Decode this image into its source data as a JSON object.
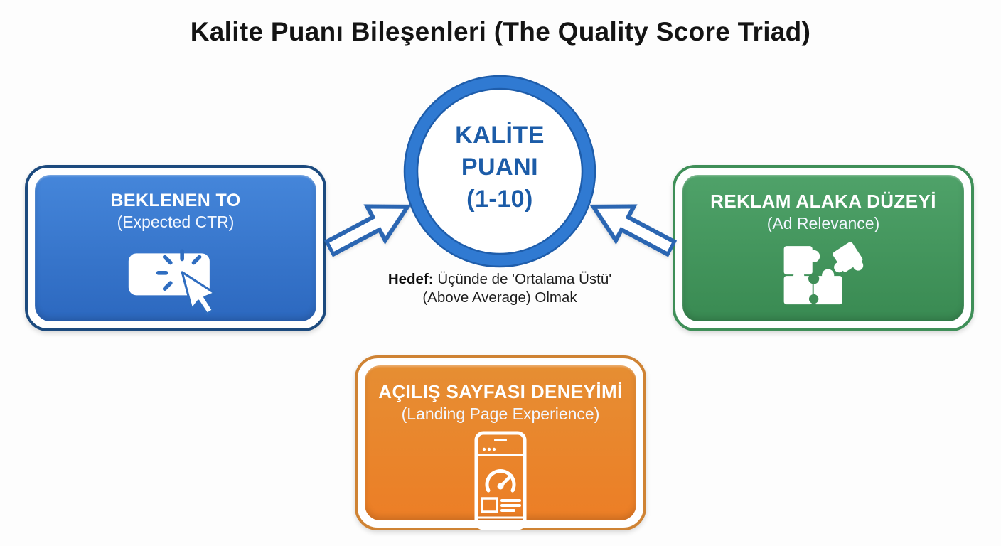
{
  "title": "Kalite Puanı Bileşenleri (The Quality Score Triad)",
  "center_circle": {
    "lines": [
      "KALİTE",
      "PUANI",
      "(1-10)"
    ]
  },
  "goal_note": {
    "label": "Hedef:",
    "line1_rest": " Üçünde de 'Ortalama Üstü'",
    "line2": "(Above Average) Olmak"
  },
  "boxes": {
    "expected_ctr": {
      "title": "BEKLENEN TO",
      "subtitle": "(Expected CTR)",
      "icon": "cursor-click-icon"
    },
    "ad_relevance": {
      "title": "REKLAM ALAKA DÜZEYİ",
      "subtitle": "(Ad Relevance)",
      "icon": "puzzle-pieces-icon"
    },
    "landing_page": {
      "title": "AÇILIŞ SAYFASI DENEYİMİ",
      "subtitle": "(Landing Page Experience)",
      "icon": "mobile-speedometer-icon"
    }
  },
  "colors": {
    "background": "#fdfdfd",
    "title_text": "#141414",
    "quality_score_blue": "#2f6dc0",
    "quality_score_blue_edge": "#1c4a7e",
    "circle_ring_blue": "#307ad2",
    "circle_text_blue": "#1c5ca8",
    "ad_relevance_green": "#3f8e57",
    "landing_page_orange": "#e8862c",
    "arrow_outline_blue": "#2b66b2"
  }
}
